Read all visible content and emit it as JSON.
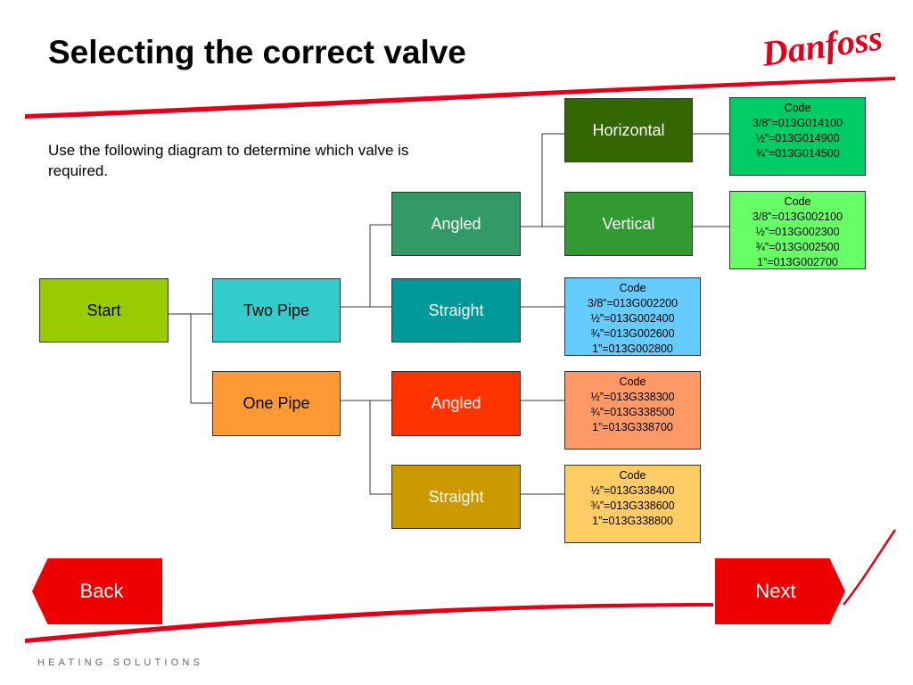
{
  "title": "Selecting the correct valve",
  "intro": "Use the following diagram to determine which valve is required.",
  "logo_text": "Danfoss",
  "footer": "HEATING SOLUTIONS",
  "nav": {
    "back_label": "Back",
    "next_label": "Next"
  },
  "colors": {
    "brand_red": "#e2001a",
    "start": "#99cc00",
    "two_pipe": "#33cccc",
    "one_pipe": "#ff9933",
    "angled_two": "#339966",
    "straight_two": "#009999",
    "angled_one": "#ff3300",
    "straight_one": "#cc9900",
    "horizontal": "#336600",
    "vertical": "#339933"
  },
  "nodes": {
    "start": "Start",
    "two_pipe": "Two Pipe",
    "one_pipe": "One Pipe",
    "angled_two": "Angled",
    "straight_two": "Straight",
    "angled_one": "Angled",
    "straight_one": "Straight",
    "horizontal": "Horizontal",
    "vertical": "Vertical"
  },
  "codes": {
    "horizontal": [
      "Code",
      "3/8”=013G014100",
      "½”=013G014900",
      "¾”=013G014500"
    ],
    "vertical": [
      "Code",
      "3/8”=013G002100",
      "½”=013G002300",
      "¾”=013G002500",
      "1”=013G002700"
    ],
    "straight_two": [
      "Code",
      "3/8”=013G002200",
      "½”=013G002400",
      "¾”=013G002600",
      "1”=013G002800"
    ],
    "angled_one": [
      "Code",
      "½”=013G338300",
      "¾”=013G338500",
      "1”=013G338700"
    ],
    "straight_one": [
      "Code",
      "½”=013G338400",
      "¾”=013G338600",
      "1”=013G338800"
    ]
  }
}
